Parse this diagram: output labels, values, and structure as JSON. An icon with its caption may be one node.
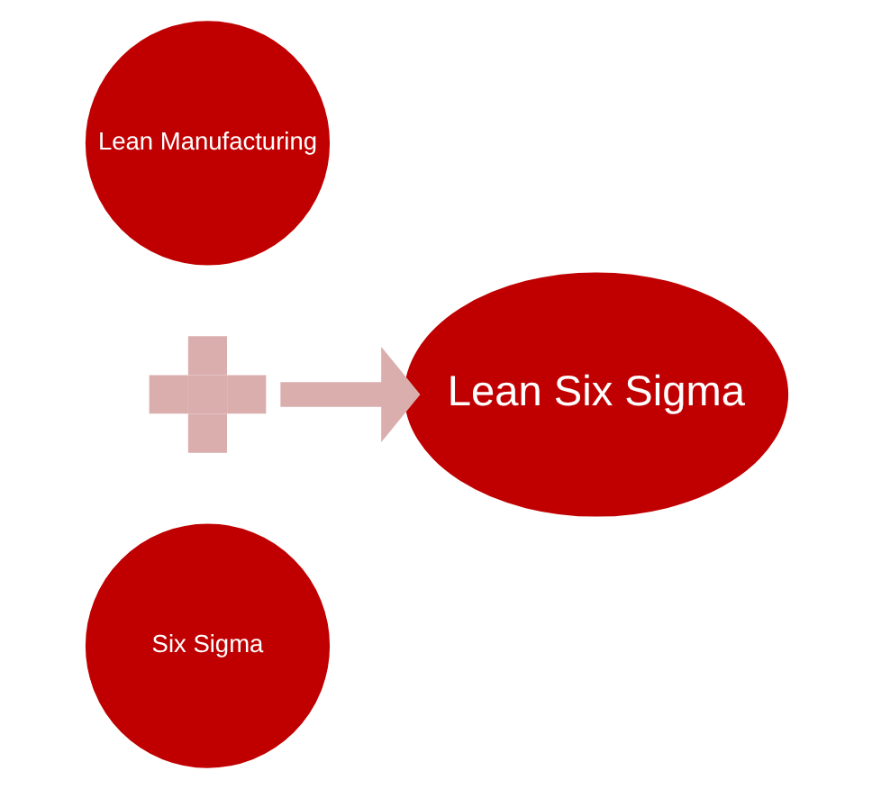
{
  "diagram": {
    "nodes": [
      {
        "text": [
          "Lean Manufacturing"
        ]
      },
      {
        "text": [],
        "shape": "plus"
      },
      {
        "text": [
          "Six Sigma"
        ]
      },
      {
        "text": [
          "Lean Six Sigma"
        ]
      }
    ],
    "edges": [
      {
        "from": 1,
        "to": 3,
        "arrow": "to",
        "color": "#dbaeae"
      }
    ]
  }
}
